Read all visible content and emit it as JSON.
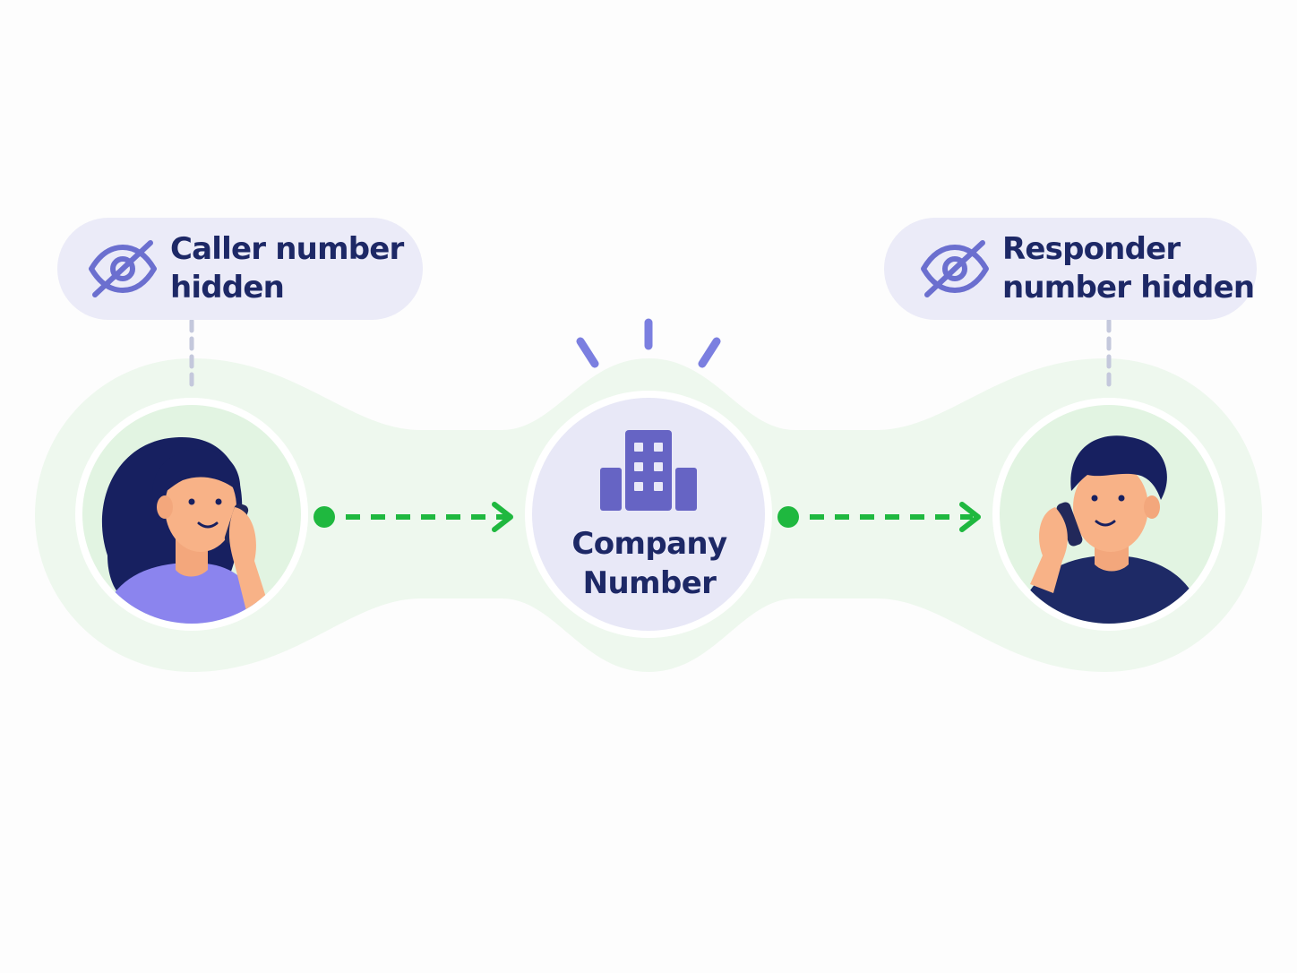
{
  "caller": {
    "label": "Caller number\nhidden",
    "icon": "eye-slash-icon"
  },
  "responder": {
    "label": "Responder\nnumber hidden",
    "icon": "eye-slash-icon"
  },
  "hub": {
    "label": "Company\nNumber",
    "icon": "office-building-icon"
  },
  "colors": {
    "navy": "#1d2866",
    "accent_purple": "#6b6fcf",
    "pill_bg": "#ebebf8",
    "track_green": "#eef8ee",
    "avatar_green": "#e2f4e2",
    "arrow_green": "#1fb83f",
    "connector_gray": "#c4c8dc"
  }
}
